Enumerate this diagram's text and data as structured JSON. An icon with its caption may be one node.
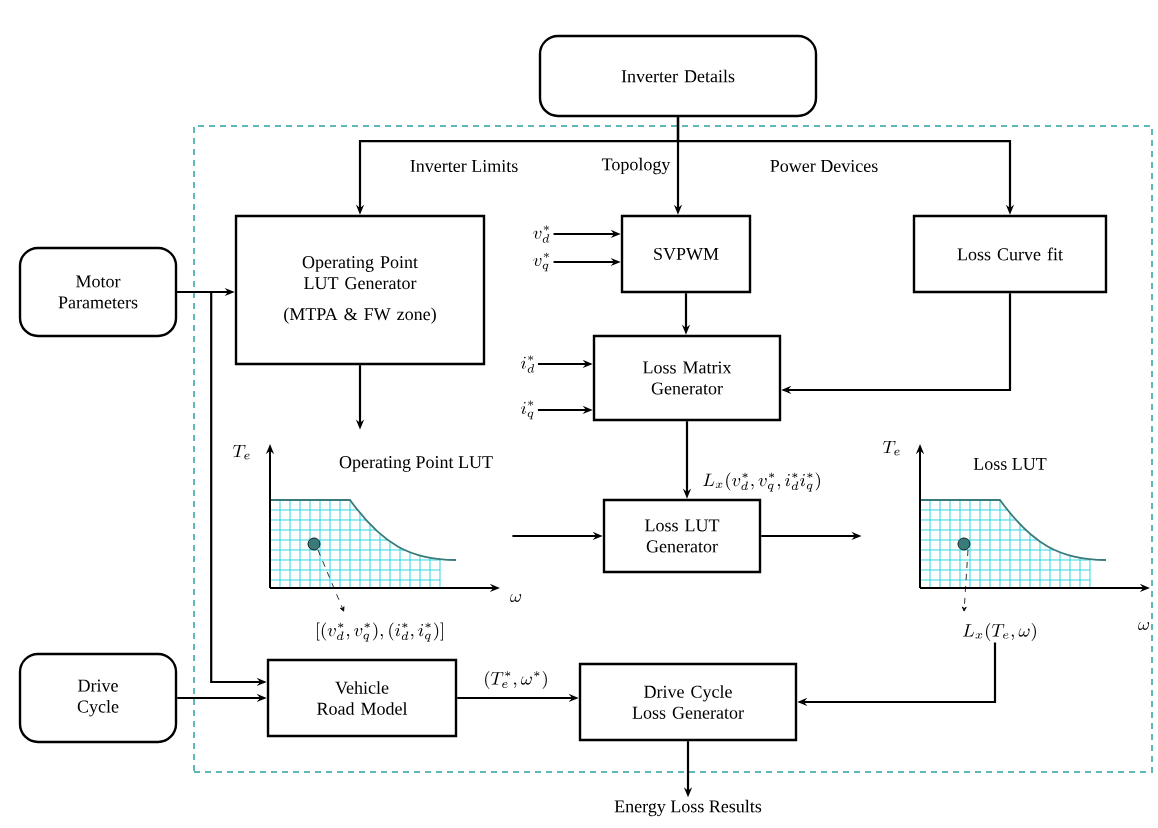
{
  "diagram": {
    "nodes": [
      {
        "text": [
          "Inverter Details"
        ]
      },
      {
        "text": [],
        "shape": "box"
      },
      {
        "text": [
          "Motor Parameters"
        ]
      },
      {
        "text": [
          "Operating Point LUT Generator",
          "(MTPA & FW zone)"
        ],
        "in": 1
      },
      {
        "text": [
          "v_d^*"
        ],
        "in": 1
      },
      {
        "text": [
          "v_q^*"
        ],
        "in": 1
      },
      {
        "text": [
          "SVPWM"
        ],
        "in": 1
      },
      {
        "text": [
          "Loss Curve fit"
        ],
        "in": 1
      },
      {
        "text": [
          "i_d^*"
        ],
        "in": 1
      },
      {
        "text": [
          "i_q^*"
        ],
        "in": 1
      },
      {
        "text": [
          "Loss Matrix Generator"
        ],
        "in": 1
      },
      {
        "text": [
          "Operating Point LUT"
        ],
        "beside": [
          "T_e",
          "[(v_d^*,v_q^*),(i_d^*,i_q^*)]",
          "\\omega"
        ],
        "in": 1
      },
      {
        "text": [
          "Loss LUT Generator"
        ],
        "in": 1
      },
      {
        "text": [
          "Loss LUT"
        ],
        "beside": [
          "T_e",
          "L_x(T_e,\\omega)",
          "\\omega"
        ],
        "in": 1
      },
      {
        "text": [
          "Drive Cycle"
        ]
      },
      {
        "text": [
          "Vehicle Road Model"
        ],
        "in": 1
      },
      {
        "text": [
          "Drive Cycle Loss Generator"
        ],
        "in": 1
      },
      {
        "text": [
          "Energy Loss Results"
        ]
      }
    ],
    "edges": [
      {
        "from": 0,
        "to": 3,
        "arrow": "to",
        "label": "Inverter Limits"
      },
      {
        "from": 0,
        "to": 6,
        "arrow": "to",
        "label": "Topology"
      },
      {
        "from": 0,
        "to": 7,
        "arrow": "to",
        "label": "Power Devices"
      },
      {
        "from": 2,
        "to": 3,
        "arrow": "to"
      },
      {
        "from": 2,
        "to": 15,
        "arrow": "to"
      },
      {
        "from": 3,
        "to": 11,
        "arrow": "to"
      },
      {
        "from": 4,
        "to": 6,
        "arrow": "to"
      },
      {
        "from": 5,
        "to": 6,
        "arrow": "to"
      },
      {
        "from": 6,
        "to": 10,
        "arrow": "to"
      },
      {
        "from": 7,
        "to": 10,
        "arrow": "to"
      },
      {
        "from": 8,
        "to": 10,
        "arrow": "to"
      },
      {
        "from": 9,
        "to": 10,
        "arrow": "to"
      },
      {
        "from": 10,
        "to": 12,
        "arrow": "to",
        "label": "L_x(v_d^*,v_q^*,i_d^*i_q^*)"
      },
      {
        "from": 11,
        "to": 12,
        "arrow": "to"
      },
      {
        "from": 12,
        "to": 13,
        "arrow": "to"
      },
      {
        "from": 13,
        "to": 16,
        "arrow": "to"
      },
      {
        "from": 14,
        "to": 15,
        "arrow": "to"
      },
      {
        "from": 15,
        "to": 16,
        "arrow": "to",
        "label": "(T_e^*,\\omega^*)"
      },
      {
        "from": 16,
        "to": 17,
        "arrow": "to"
      }
    ]
  }
}
